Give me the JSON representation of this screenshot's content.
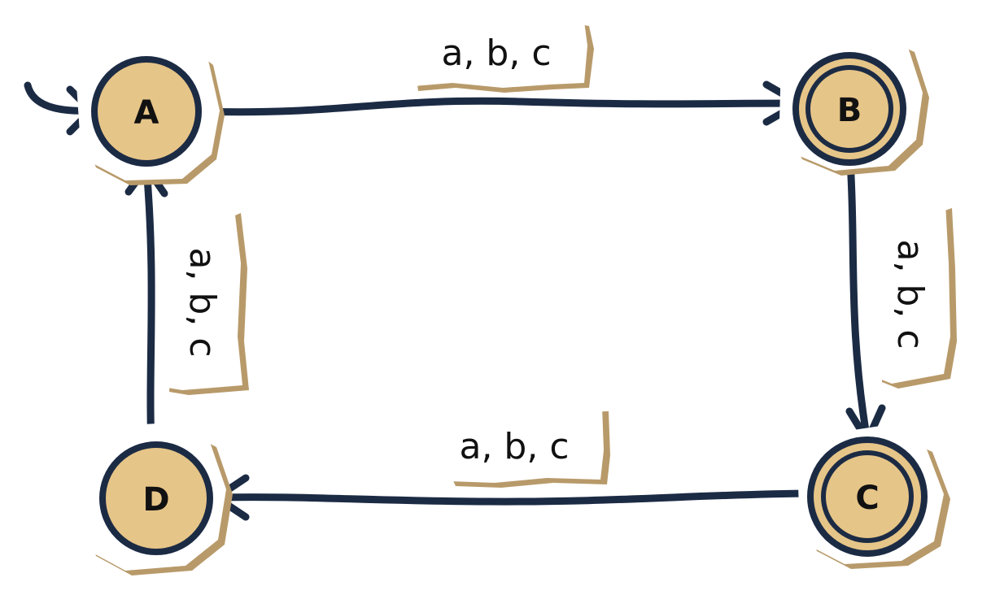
{
  "diagram": {
    "type": "finite-automaton",
    "start_state": "A",
    "states": [
      {
        "id": "A",
        "label": "A",
        "accepting": false
      },
      {
        "id": "B",
        "label": "B",
        "accepting": true
      },
      {
        "id": "C",
        "label": "C",
        "accepting": true
      },
      {
        "id": "D",
        "label": "D",
        "accepting": false
      }
    ],
    "transitions": [
      {
        "from": "A",
        "to": "B",
        "label": "a, b, c"
      },
      {
        "from": "B",
        "to": "C",
        "label": "a, b, c"
      },
      {
        "from": "C",
        "to": "D",
        "label": "a, b, c"
      },
      {
        "from": "D",
        "to": "A",
        "label": "a, b, c"
      }
    ]
  },
  "colors": {
    "stroke": "#1c2b44",
    "state_fill": "#e6c588",
    "paper": "#ffffff",
    "paper_shadow": "#b89a6a",
    "text": "#111111"
  }
}
